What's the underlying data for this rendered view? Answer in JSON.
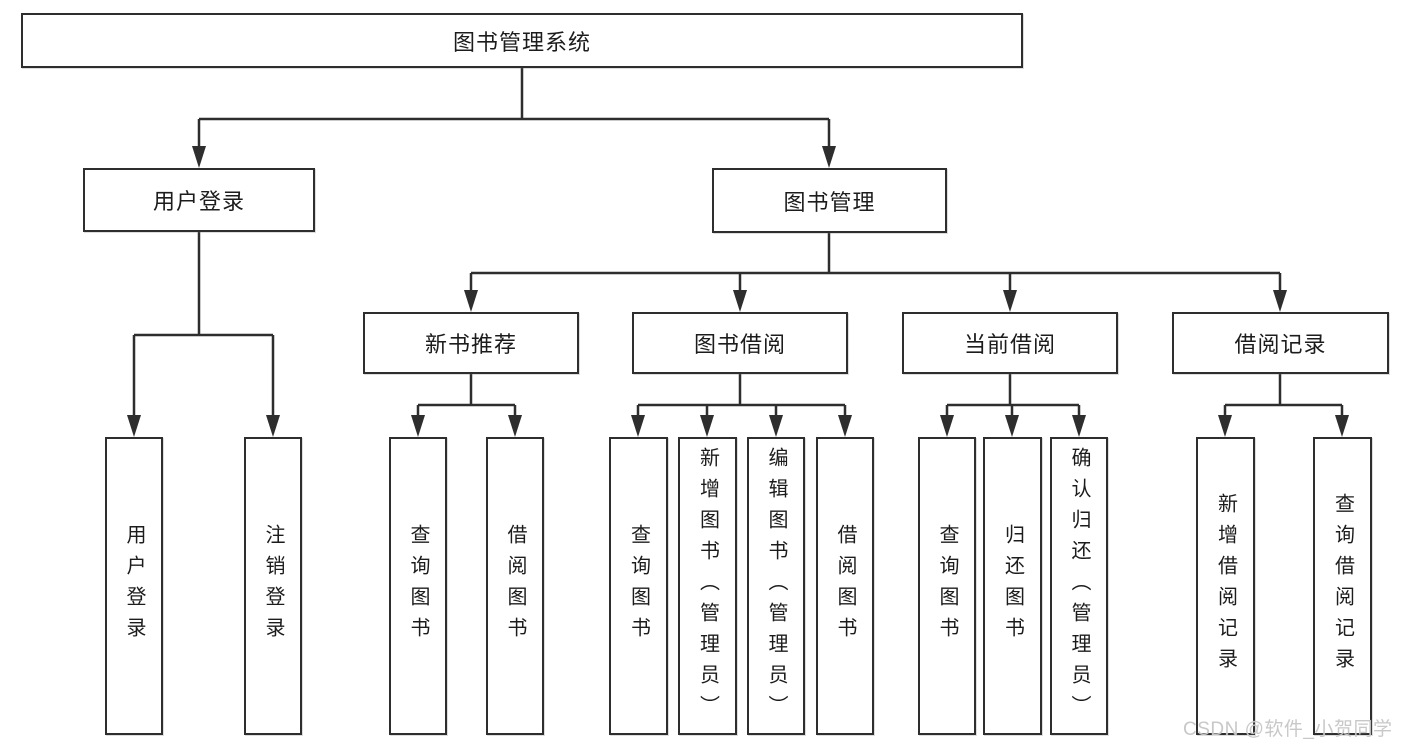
{
  "page": {
    "background": "#ffffff",
    "line_color": "#2e2e2e",
    "text_color": "#1c1c1c"
  },
  "tree": {
    "root": {
      "label": "图书管理系统"
    },
    "level2": [
      {
        "label": "用户登录"
      },
      {
        "label": "图书管理"
      }
    ],
    "level3": [
      {
        "label": "新书推荐"
      },
      {
        "label": "图书借阅"
      },
      {
        "label": "当前借阅"
      },
      {
        "label": "借阅记录"
      }
    ],
    "leaves": {
      "user_login": [
        "用户登录",
        "注销登录"
      ],
      "new_book": [
        "查询图书",
        "借阅图书"
      ],
      "borrow": [
        "查询图书",
        "新增图书（管理员）",
        "编辑图书（管理员）",
        "借阅图书"
      ],
      "current": [
        "查询图书",
        "归还图书",
        "确认归还（管理员）"
      ],
      "records": [
        "新增借阅记录",
        "查询借阅记录"
      ]
    }
  },
  "watermark": {
    "text": "CSDN @软件_小贺同学",
    "color": "#c5c5c5"
  }
}
